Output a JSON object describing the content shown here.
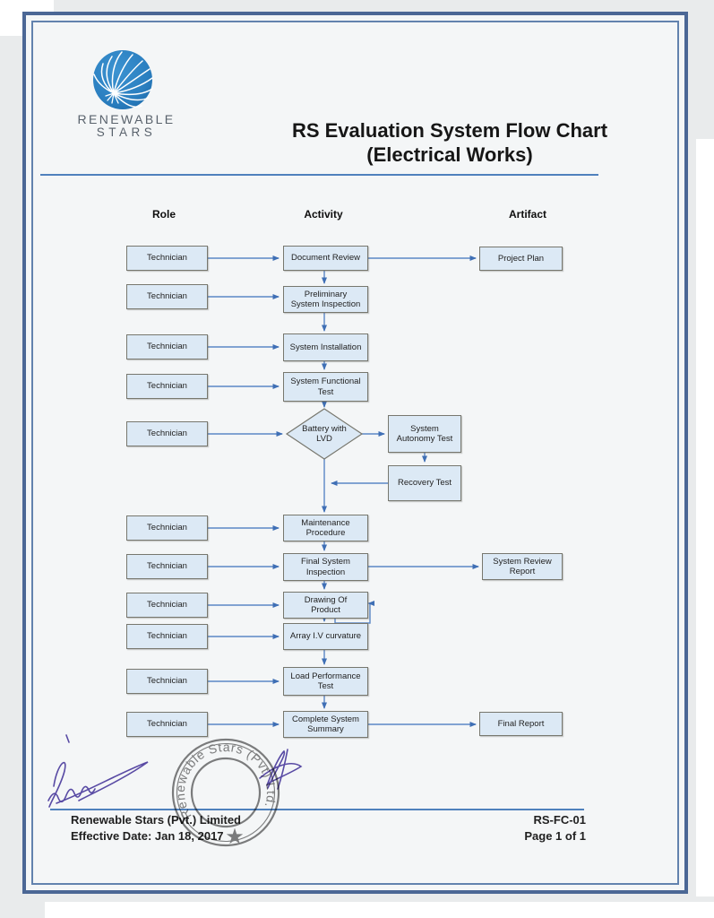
{
  "header": {
    "logo": {
      "name_line1": "RENEWABLE",
      "name_line2": "STARS"
    },
    "title_line1": "RS Evaluation System Flow Chart",
    "title_line2": "(Electrical Works)"
  },
  "flowchart": {
    "column_headers": {
      "role": "Role",
      "activity": "Activity",
      "artifact": "Artifact"
    },
    "role_label": "Technician",
    "nodes": {
      "document_review": "Document Review",
      "preliminary_system_inspection": "Preliminary\nSystem Inspection",
      "system_installation": "System Installation",
      "system_functional_test": "System Functional\nTest",
      "battery_with_lvd": "Battery with\nLVD",
      "system_autonomy_test": "System\nAutonomy Test",
      "recovery_test": "Recovery Test",
      "maintenance_procedure": "Maintenance\nProcedure",
      "final_system_inspection": "Final System\nInspection",
      "drawing_of_product": "Drawing Of\nProduct",
      "array_iv_curvature": "Array I.V curvature",
      "load_performance_test": "Load Performance\nTest",
      "complete_system_summary": "Complete System\nSummary",
      "project_plan": "Project Plan",
      "system_review_report": "System Review\nReport",
      "final_report": "Final Report"
    }
  },
  "stamp": {
    "ring_text": "Renewable Stars (Pvt) Ltd.",
    "star": "★"
  },
  "footer": {
    "company": "Renewable Stars (Pvt.) Limited",
    "effective_date": "Effective Date: Jan 18, 2017",
    "doc_code": "RS-FC-01",
    "page": "Page 1 of 1"
  },
  "colors": {
    "node_fill": "#dce9f5",
    "node_border": "#77776e",
    "arrow_blue": "#5b87c5",
    "arrowhead_blue": "#3f6fb5",
    "frame_blue": "#4b6795",
    "rule_blue": "#4f81bd",
    "logo_blue": "#2b7fc0",
    "logo_text_gray": "#59626c",
    "signature_ink": "#4b3aa0",
    "stamp_ink": "#5d5d5d"
  }
}
